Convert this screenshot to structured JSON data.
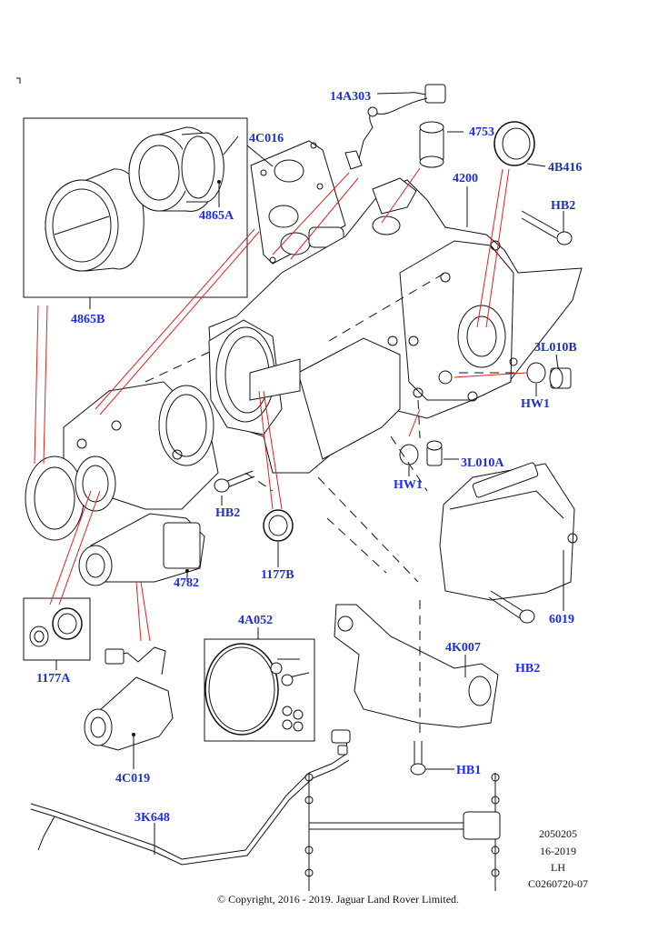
{
  "callouts": {
    "c14A303": "14A303",
    "c4C016": "4C016",
    "c4753": "4753",
    "c4B416": "4B416",
    "c4200": "4200",
    "cHB2_top": "HB2",
    "c4865A": "4865A",
    "c4865B": "4865B",
    "c3L010B": "3L010B",
    "cHW1_right": "HW1",
    "c3L010A": "3L010A",
    "cHW1_mid": "HW1",
    "cHB2_mid": "HB2",
    "c4782": "4782",
    "c1177B": "1177B",
    "c6019": "6019",
    "cHB2_low": "HB2",
    "c4A052": "4A052",
    "c4K007": "4K007",
    "c1177A": "1177A",
    "c4C019": "4C019",
    "cHB1": "HB1",
    "c3K648": "3K648"
  },
  "meta": {
    "code1": "2050205",
    "code2": "16-2019",
    "code3": "LH",
    "code4": "C0260720-07"
  },
  "copyright": "© Copyright, 2016 - 2019. Jaguar Land Rover Limited."
}
